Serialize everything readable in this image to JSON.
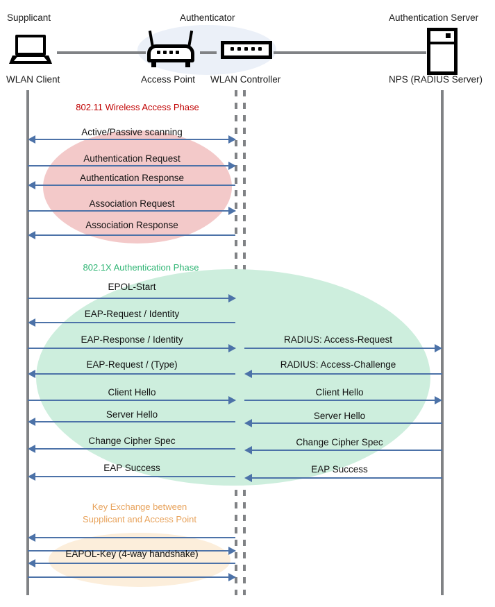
{
  "diagram": {
    "title": "802.1X / WPA2-Enterprise WLAN authentication sequence",
    "colors": {
      "lifeline": "#808285",
      "arrow": "#4c72a8",
      "phase_wireless_text": "#c00000",
      "phase_wireless_fill": "#f3c9c9",
      "phase_dot1x_text": "#2fb574",
      "phase_dot1x_fill": "#cdeedd",
      "phase_key_text": "#e8a35c",
      "phase_key_fill": "#fceedb",
      "authenticator_halo": "#e8edf7"
    }
  },
  "actors": [
    {
      "id": "supplicant",
      "role": "Supplicant",
      "name": "WLAN Client",
      "icon": "laptop-icon"
    },
    {
      "id": "ap",
      "role": "Authenticator",
      "name": "Access Point",
      "icon": "access-point-icon"
    },
    {
      "id": "controller",
      "role": "",
      "name": "WLAN Controller",
      "icon": "wlan-controller-icon"
    },
    {
      "id": "server",
      "role": "Authentication Server",
      "name": "NPS (RADIUS Server)",
      "icon": "server-icon"
    }
  ],
  "phases": [
    {
      "id": "wireless",
      "title": "802.11 Wireless Access Phase",
      "messages": [
        {
          "label": "Active/Passive scanning",
          "dir": "left",
          "side": "left"
        },
        {
          "label": "Authentication Request",
          "dir": "right",
          "side": "left"
        },
        {
          "label": "Authentication Response",
          "dir": "left",
          "side": "left"
        },
        {
          "label": "Association Request",
          "dir": "right",
          "side": "left"
        },
        {
          "label": "Association Response",
          "dir": "left",
          "side": "left"
        }
      ]
    },
    {
      "id": "dot1x",
      "title": "802.1X Authentication Phase",
      "messages": [
        {
          "label": "EPOL-Start",
          "dir": "right",
          "side": "left"
        },
        {
          "label": "EAP-Request / Identity",
          "dir": "left",
          "side": "left"
        },
        {
          "label": "EAP-Response / Identity",
          "dir": "right",
          "side": "left"
        },
        {
          "label": "RADIUS: Access-Request",
          "dir": "right",
          "side": "right"
        },
        {
          "label": "EAP-Request / (Type)",
          "dir": "left",
          "side": "left"
        },
        {
          "label": "RADIUS: Access-Challenge",
          "dir": "left",
          "side": "right"
        },
        {
          "label": "Client Hello",
          "dir": "right",
          "side": "left"
        },
        {
          "label": "Client Hello",
          "dir": "right",
          "side": "right"
        },
        {
          "label": "Server Hello",
          "dir": "left",
          "side": "left"
        },
        {
          "label": "Server Hello",
          "dir": "left",
          "side": "right"
        },
        {
          "label": "Change Cipher Spec",
          "dir": "left",
          "side": "left"
        },
        {
          "label": "Change Cipher Spec",
          "dir": "left",
          "side": "right"
        },
        {
          "label": "EAP Success",
          "dir": "left",
          "side": "left"
        },
        {
          "label": "EAP Success",
          "dir": "left",
          "side": "right"
        }
      ]
    },
    {
      "id": "keyexchange",
      "title": "Key Exchange between\nSupplicant and Access Point",
      "messages": [
        {
          "label": "",
          "dir": "left",
          "side": "left"
        },
        {
          "label": "",
          "dir": "right",
          "side": "left"
        },
        {
          "label": "EAPOL-Key (4-way handshake)",
          "dir": "left",
          "side": "left"
        },
        {
          "label": "",
          "dir": "right",
          "side": "left"
        }
      ]
    }
  ],
  "labels": {
    "supplicant_role": "Supplicant",
    "supplicant_name": "WLAN Client",
    "authenticator_role": "Authenticator",
    "ap_name": "Access Point",
    "controller_name": "WLAN Controller",
    "server_role": "Authentication Server",
    "server_name": "NPS (RADIUS Server)",
    "phase1_title": "802.11 Wireless Access Phase",
    "phase2_title": "802.1X Authentication Phase",
    "phase3_title_line1": "Key Exchange between",
    "phase3_title_line2": "Supplicant and Access Point",
    "m_scanning": "Active/Passive scanning",
    "m_auth_req": "Authentication Request",
    "m_auth_resp": "Authentication Response",
    "m_assoc_req": "Association Request",
    "m_assoc_resp": "Association Response",
    "m_eapol_start": "EPOL-Start",
    "m_eap_req_id": "EAP-Request / Identity",
    "m_eap_resp_id": "EAP-Response / Identity",
    "m_radius_access_request": "RADIUS: Access-Request",
    "m_eap_req_type": "EAP-Request / (Type)",
    "m_radius_access_challenge": "RADIUS: Access-Challenge",
    "m_client_hello_l": "Client Hello",
    "m_client_hello_r": "Client Hello",
    "m_server_hello_l": "Server Hello",
    "m_server_hello_r": "Server Hello",
    "m_ccs_l": "Change Cipher Spec",
    "m_ccs_r": "Change Cipher Spec",
    "m_eap_success_l": "EAP Success",
    "m_eap_success_r": "EAP Success",
    "m_eapol_key": "EAPOL-Key (4-way handshake)"
  }
}
